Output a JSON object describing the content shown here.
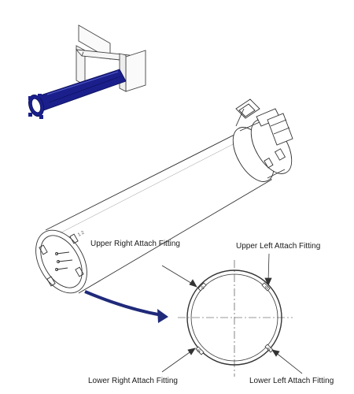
{
  "labels": {
    "upper_right": "Upper Right Attach Fitting",
    "upper_left": "Upper Left Attach Fitting",
    "lower_right": "Lower Right Attach Fitting",
    "lower_left": "Lower Left Attach Fitting"
  },
  "colors": {
    "highlight": "#1a1f8c",
    "line": "#333333",
    "arrow": "#1f2a7a",
    "background": "#ffffff"
  }
}
